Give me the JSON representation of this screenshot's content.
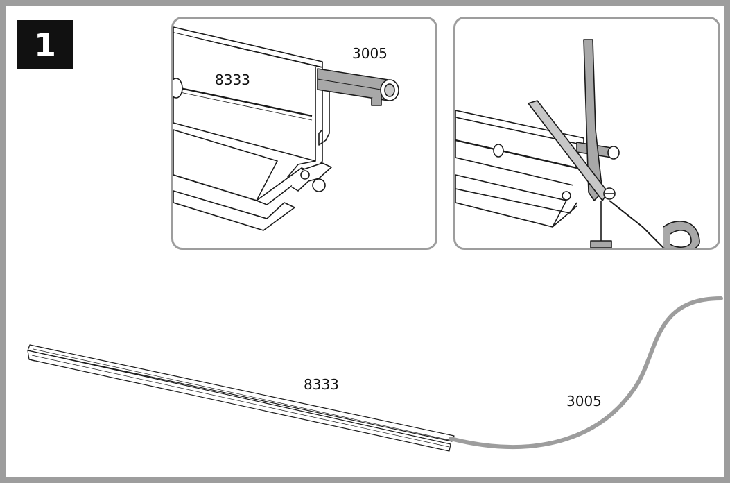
{
  "step": {
    "number": "1"
  },
  "detail_left": {
    "profile_label": "8333",
    "insert_label": "3005"
  },
  "detail_right": {
    "tool_icon": "scissors-icon"
  },
  "overview": {
    "profile_label": "8333",
    "insert_label": "3005"
  },
  "colors": {
    "frame": "#9d9d9d",
    "badge": "#111111",
    "insert_fill": "#a8a8a8",
    "line": "#1a1a1a"
  }
}
